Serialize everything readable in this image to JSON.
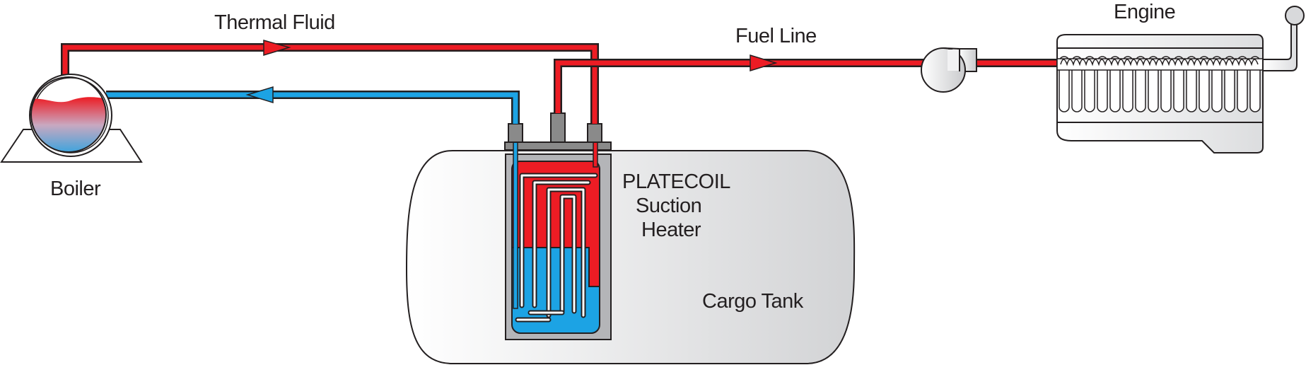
{
  "labels": {
    "thermal_fluid": "Thermal Fluid",
    "fuel_line": "Fuel Line",
    "engine": "Engine",
    "boiler": "Boiler",
    "heater_line1": "PLATECOIL",
    "heater_line2": "Suction",
    "heater_line3": "Heater",
    "cargo_tank": "Cargo Tank"
  },
  "colors": {
    "hot_line": "#ed1c24",
    "cold_line": "#1ca3e4",
    "outline": "#231f20",
    "fitting_gray": "#8a8a8a",
    "tank_fill": "#e8e8e9"
  }
}
